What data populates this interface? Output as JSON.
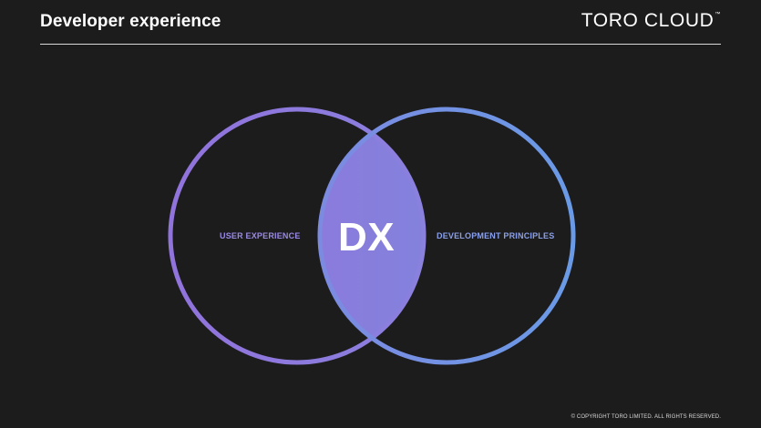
{
  "header": {
    "title": "Developer experience",
    "logo_text": "TORO CLOUD",
    "logo_mark": "™"
  },
  "diagram": {
    "left_label": "USER EXPERIENCE",
    "right_label": "DEVELOPMENT PRINCIPLES",
    "center_label": "DX",
    "colors": {
      "left_ring": "#8f74de",
      "right_ring": "#6a9ae6",
      "intersection": "#8283d8",
      "left_label": "#9b8ae6",
      "right_label": "#8aa0ec"
    }
  },
  "footer": {
    "copyright": "© COPYRIGHT TORO LIMITED. ALL RIGHTS RESERVED."
  }
}
